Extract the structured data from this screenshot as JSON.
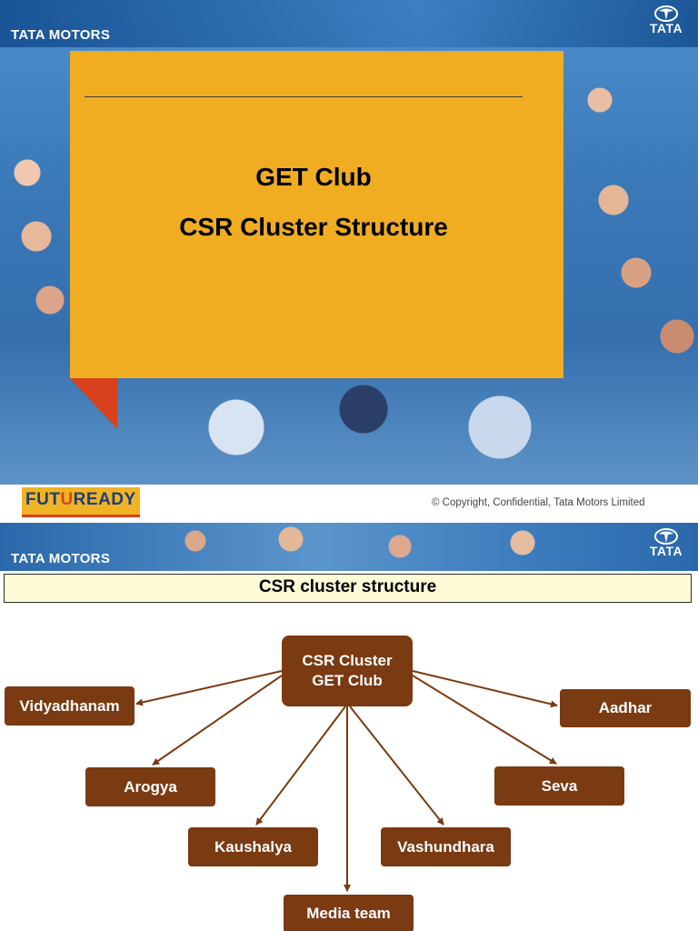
{
  "brand": {
    "company_logo_text": "TATA MOTORS",
    "group_logo_text": "TATA"
  },
  "colors": {
    "card_orange": "#f0ad22",
    "node_brown": "#7a3a12",
    "title_box_yellow": "#fffbd6",
    "accent_red": "#d9411e",
    "photo_blue": "#3a78b7"
  },
  "slide1": {
    "title_line1": "GET Club",
    "title_line2": "CSR Cluster Structure",
    "footer": {
      "futuready_prefix": "FUT",
      "futuready_u": "U",
      "futuready_suffix": "READY",
      "copyright": "© Copyright, Confidential, Tata Motors Limited"
    }
  },
  "slide2": {
    "title": "CSR cluster structure",
    "diagram": {
      "center": {
        "line1": "CSR Cluster",
        "line2": "GET Club"
      },
      "nodes": [
        "Vidyadhanam",
        "Aadhar",
        "Arogya",
        "Seva",
        "Kaushalya",
        "Vashundhara",
        "Media team"
      ]
    }
  }
}
